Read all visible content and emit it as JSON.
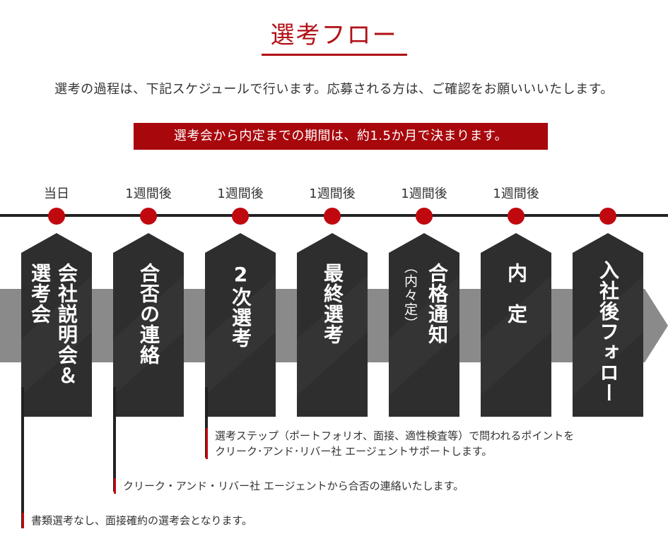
{
  "page": {
    "title": "選考フロー",
    "intro": "選考の過程は、下記スケジュールで行います。応募される方は、ご確認をお願いいいたします。",
    "banner": "選考会から内定までの期間は、約1.5か月で決まります。"
  },
  "colors": {
    "accent": "#b01016",
    "banner": "#a8070c",
    "stage": "#2e2e2e",
    "band": "#8a8a8a"
  },
  "timings": [
    "当日",
    "1週間後",
    "1週間後",
    "1週間後",
    "1週間後",
    "1週間後"
  ],
  "stages": [
    {
      "label": "会社説明会＆",
      "sub": "選考会"
    },
    {
      "label": "合否の連絡",
      "sub": ""
    },
    {
      "label": "2次選考",
      "sub": ""
    },
    {
      "label": "最終選考",
      "sub": ""
    },
    {
      "label": "合格通知",
      "sub": "（内々定）"
    },
    {
      "label": "内　定",
      "sub": ""
    },
    {
      "label": "入社後フォロー",
      "sub": ""
    }
  ],
  "notes": [
    {
      "line1": "選考ステップ（ポートフォリオ、面接、適性検査等）で問われるポイントを",
      "line2": "クリーク･アンド･リバー社 エージェントサポートします。"
    },
    {
      "line1": "クリーク・アンド・リバー社 エージェントから合否の連絡いたします。",
      "line2": ""
    },
    {
      "line1": "書類選考なし、面接確約の選考会となります。",
      "line2": ""
    }
  ]
}
